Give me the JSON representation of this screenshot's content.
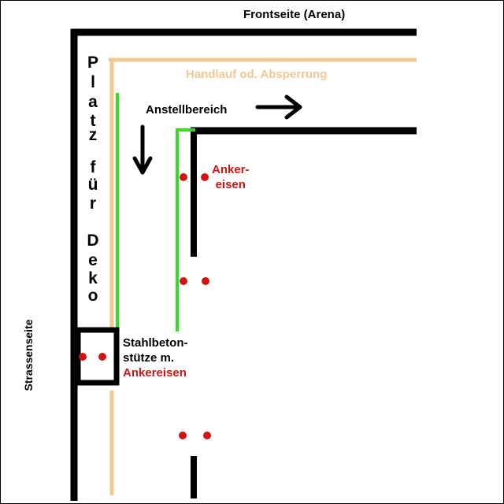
{
  "labels": {
    "front": "Frontseite (Arena)",
    "handlauf": "Handlauf od. Absperrung",
    "anstellbereich": "Anstellbereich",
    "ankereisen_top": "Anker-",
    "ankereisen_bottom": "eisen",
    "stahlbeton_line1": "Stahlbeton-",
    "stahlbeton_line2": "stütze m.",
    "stahlbeton_line3": "Ankereisen",
    "strassenseite": "Strassenseite"
  },
  "deko_letters": [
    "P",
    "l",
    "a",
    "t",
    "z",
    "f",
    "ü",
    "r",
    "D",
    "e",
    "k",
    "o"
  ],
  "colors": {
    "wall": "#000000",
    "handrail": "#f0c890",
    "queue_line": "#33dd22",
    "anchor": "#d01515"
  }
}
